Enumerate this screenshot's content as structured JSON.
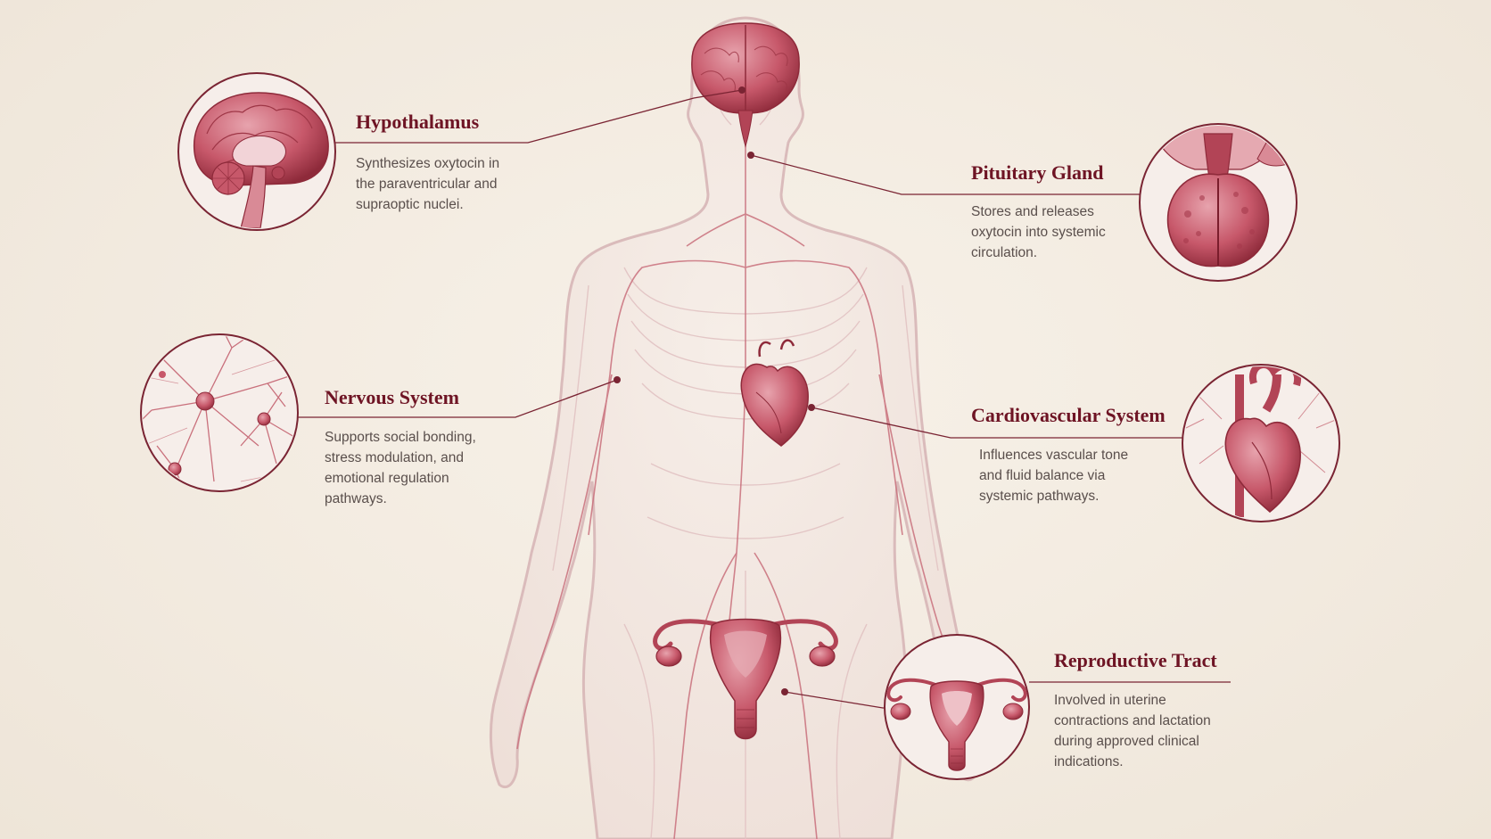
{
  "callouts": {
    "hypothalamus": {
      "title": "Hypothalamus",
      "lines": [
        "Synthesizes oxytocin in",
        "the paraventricular and",
        "supraoptic nuclei."
      ]
    },
    "pituitary": {
      "title": "Pituitary Gland",
      "lines": [
        "Stores and releases",
        "oxytocin into systemic",
        "circulation."
      ]
    },
    "nervous": {
      "title": "Nervous System",
      "lines": [
        "Supports social bonding,",
        "stress modulation, and",
        "emotional regulation",
        "pathways."
      ]
    },
    "cardio": {
      "title": "Cardiovascular System",
      "lines": [
        "Influences vascular tone",
        "and fluid balance via",
        "systemic pathways."
      ]
    },
    "repro": {
      "title": "Reproductive Tract",
      "lines": [
        "Involved in uterine",
        "contractions and lactation",
        "during approved clinical",
        "indications."
      ]
    }
  },
  "icons": {
    "hypothalamus": "brain-sagittal-icon",
    "pituitary": "pituitary-gland-icon",
    "nervous": "neuron-network-icon",
    "cardio": "heart-icon",
    "repro": "uterus-icon"
  },
  "colors": {
    "accent": "#6e1424",
    "organ": "#c7586a",
    "organ_dark": "#8e2a3a",
    "body_outline": "#d9b9b9",
    "text": "#5a4f4c",
    "background": "#f4ede3"
  }
}
